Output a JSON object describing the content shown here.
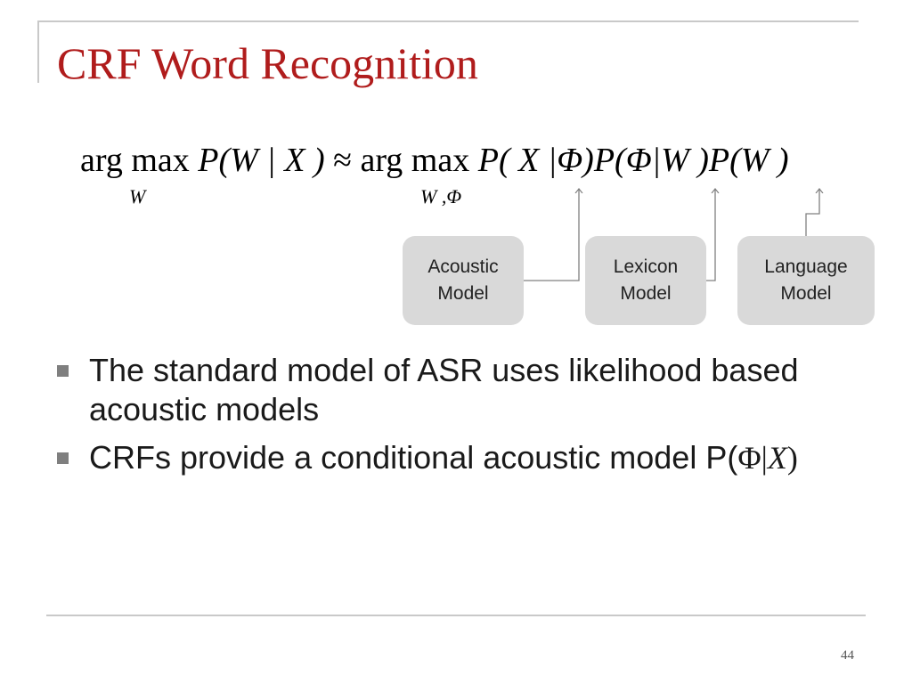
{
  "slide": {
    "title": "CRF Word Recognition",
    "page_number": "44"
  },
  "formula": {
    "lhs_op": "arg max",
    "lhs_expr": "P(W | X )",
    "approx": "≈",
    "rhs_op": "arg max",
    "rhs_acoustic": "P( X |Φ)",
    "rhs_lexicon": "P(Φ|W )",
    "rhs_language": "P(W )",
    "lhs_subscript": "W",
    "rhs_subscript": "W ,Φ"
  },
  "models": [
    {
      "line1": "Acoustic",
      "line2": "Model"
    },
    {
      "line1": "Lexicon",
      "line2": "Model"
    },
    {
      "line1": "Language",
      "line2": "Model"
    }
  ],
  "bullets": [
    {
      "text": "The standard model of ASR uses likelihood based acoustic models"
    },
    {
      "text_prefix": "CRFs provide a conditional acoustic model P(",
      "phi": "Φ|",
      "x": "X",
      "close": ")"
    }
  ],
  "colors": {
    "title": "#b01c1c",
    "box_fill": "#d9d9d9",
    "rule_lines": "#c9c9c9",
    "bullet_marker": "#7f7f7f"
  }
}
